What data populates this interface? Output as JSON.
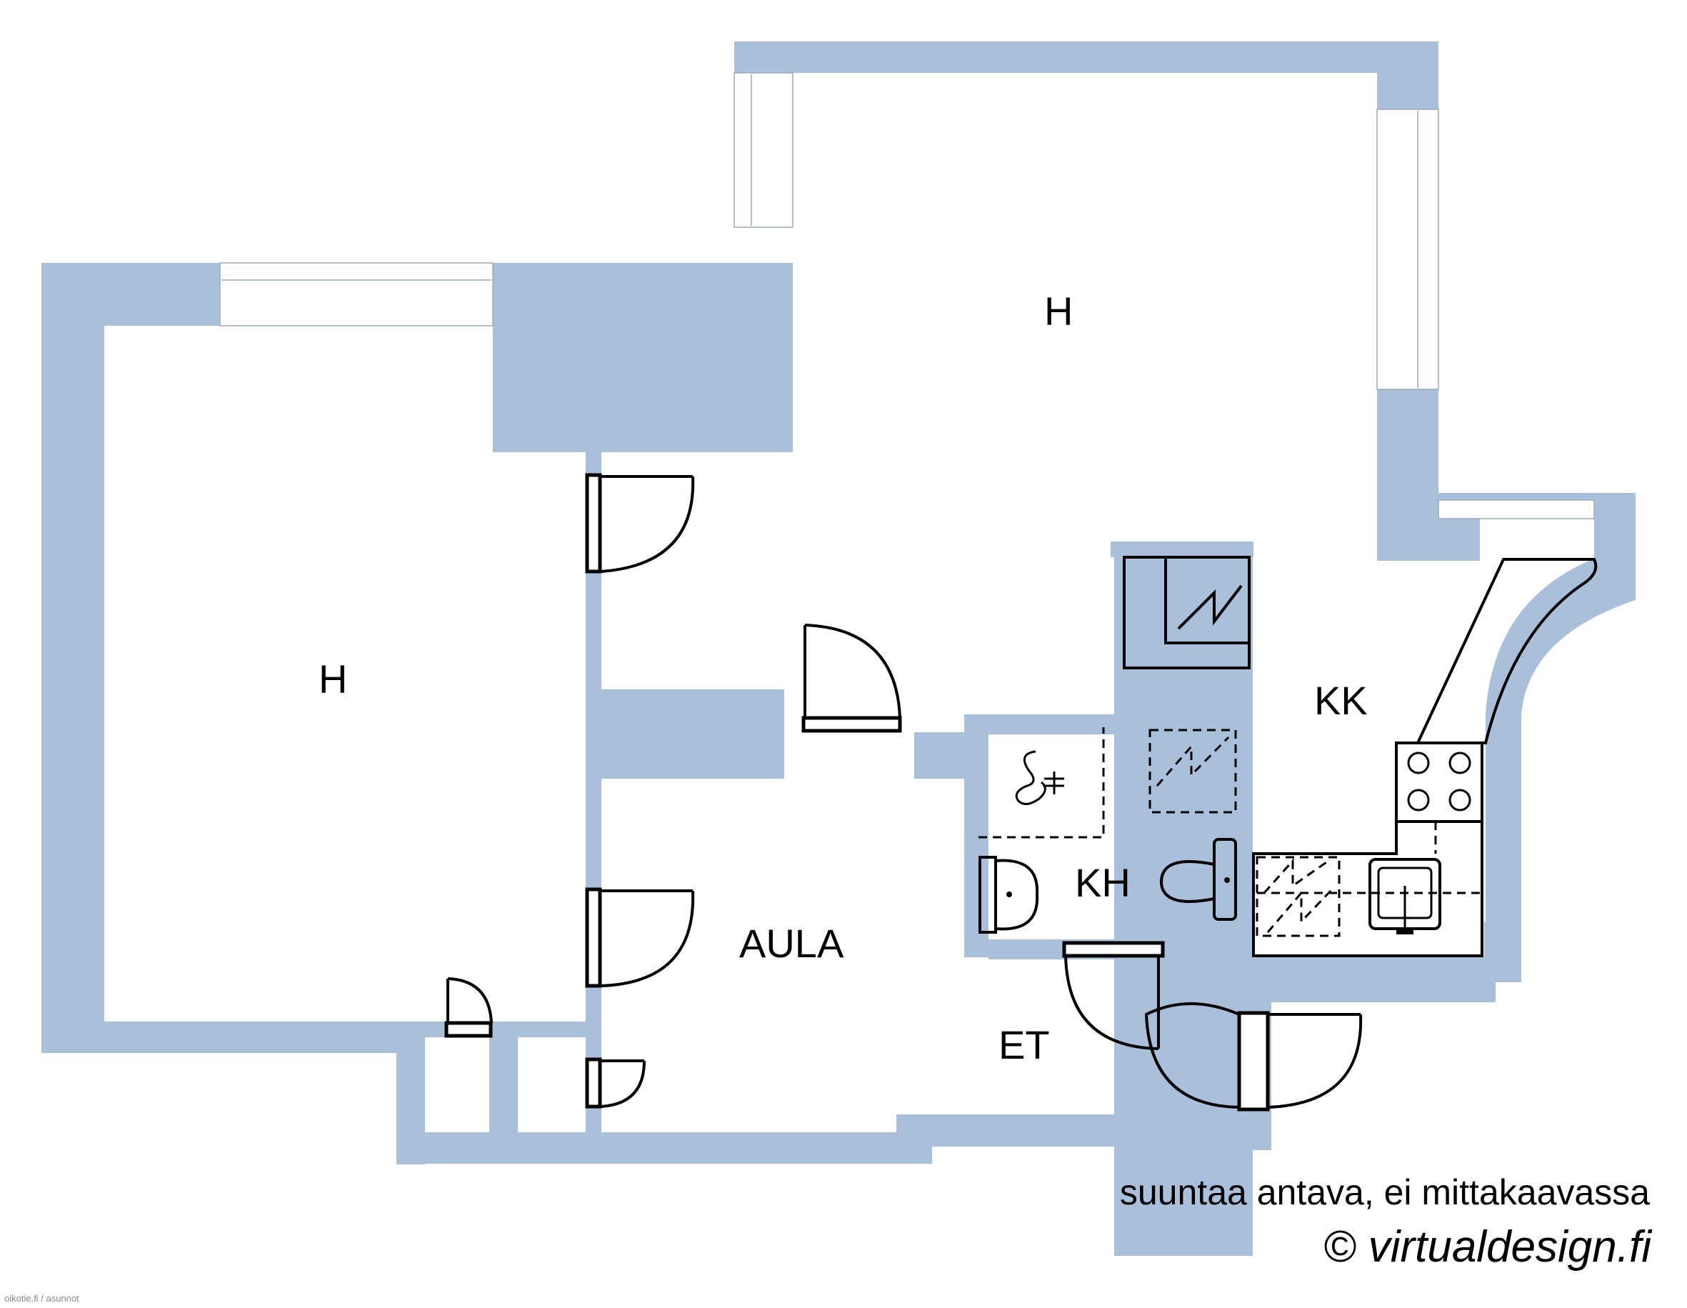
{
  "colors": {
    "wall": "#aabfda",
    "lines": "#000000",
    "background": "#ffffff"
  },
  "rooms": {
    "left_room": "H",
    "top_room": "H",
    "kitchen": "KK",
    "bathroom": "KH",
    "hall": "AULA",
    "entry": "ET"
  },
  "icons": [
    "stove-icon",
    "sink-icon",
    "toilet-icon",
    "washbasin-icon",
    "shower-icon",
    "fireplace-icon",
    "washing-machine-icon",
    "dishwasher-icon"
  ],
  "notes": {
    "scale_disclaimer": "suuntaa antava, ei mittakaavassa",
    "copyright": "© virtualdesign.fi",
    "source_watermark": "oikotie.fi / asunnot"
  }
}
